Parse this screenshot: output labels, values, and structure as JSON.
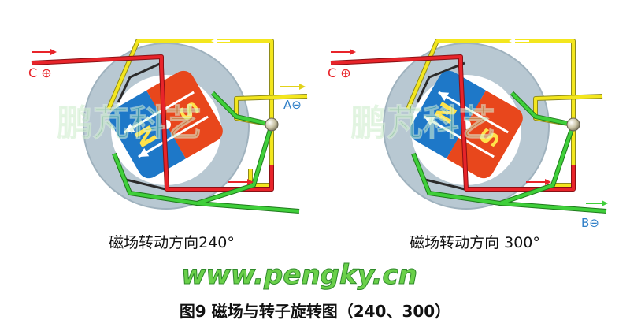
{
  "panels": [
    {
      "caption": "磁场转动方向240°",
      "rotation_deg": 240,
      "terminal_labels": {
        "c": "C ⊕",
        "a": "A⊖"
      }
    },
    {
      "caption": "磁场转动方向 300°",
      "rotation_deg": 300,
      "terminal_labels": {
        "c": "C ⊕",
        "b": "B⊖"
      }
    }
  ],
  "pole_labels": {
    "north": "N",
    "south": "S"
  },
  "watermark": "鹏芃科艺",
  "website": "www.pengky.cn",
  "figure_title": "图9  磁场与转子旋转图（240、300）",
  "colors": {
    "wire_c": "#e8242a",
    "wire_a": "#f3e61e",
    "wire_b": "#3fcf3a",
    "pole_north": "#1e78c8",
    "pole_south": "#e8471c",
    "stator": "#b8c8d2",
    "label_red": "#e8242a",
    "label_blue": "#2f7fc8",
    "website": "#6ad04a"
  }
}
